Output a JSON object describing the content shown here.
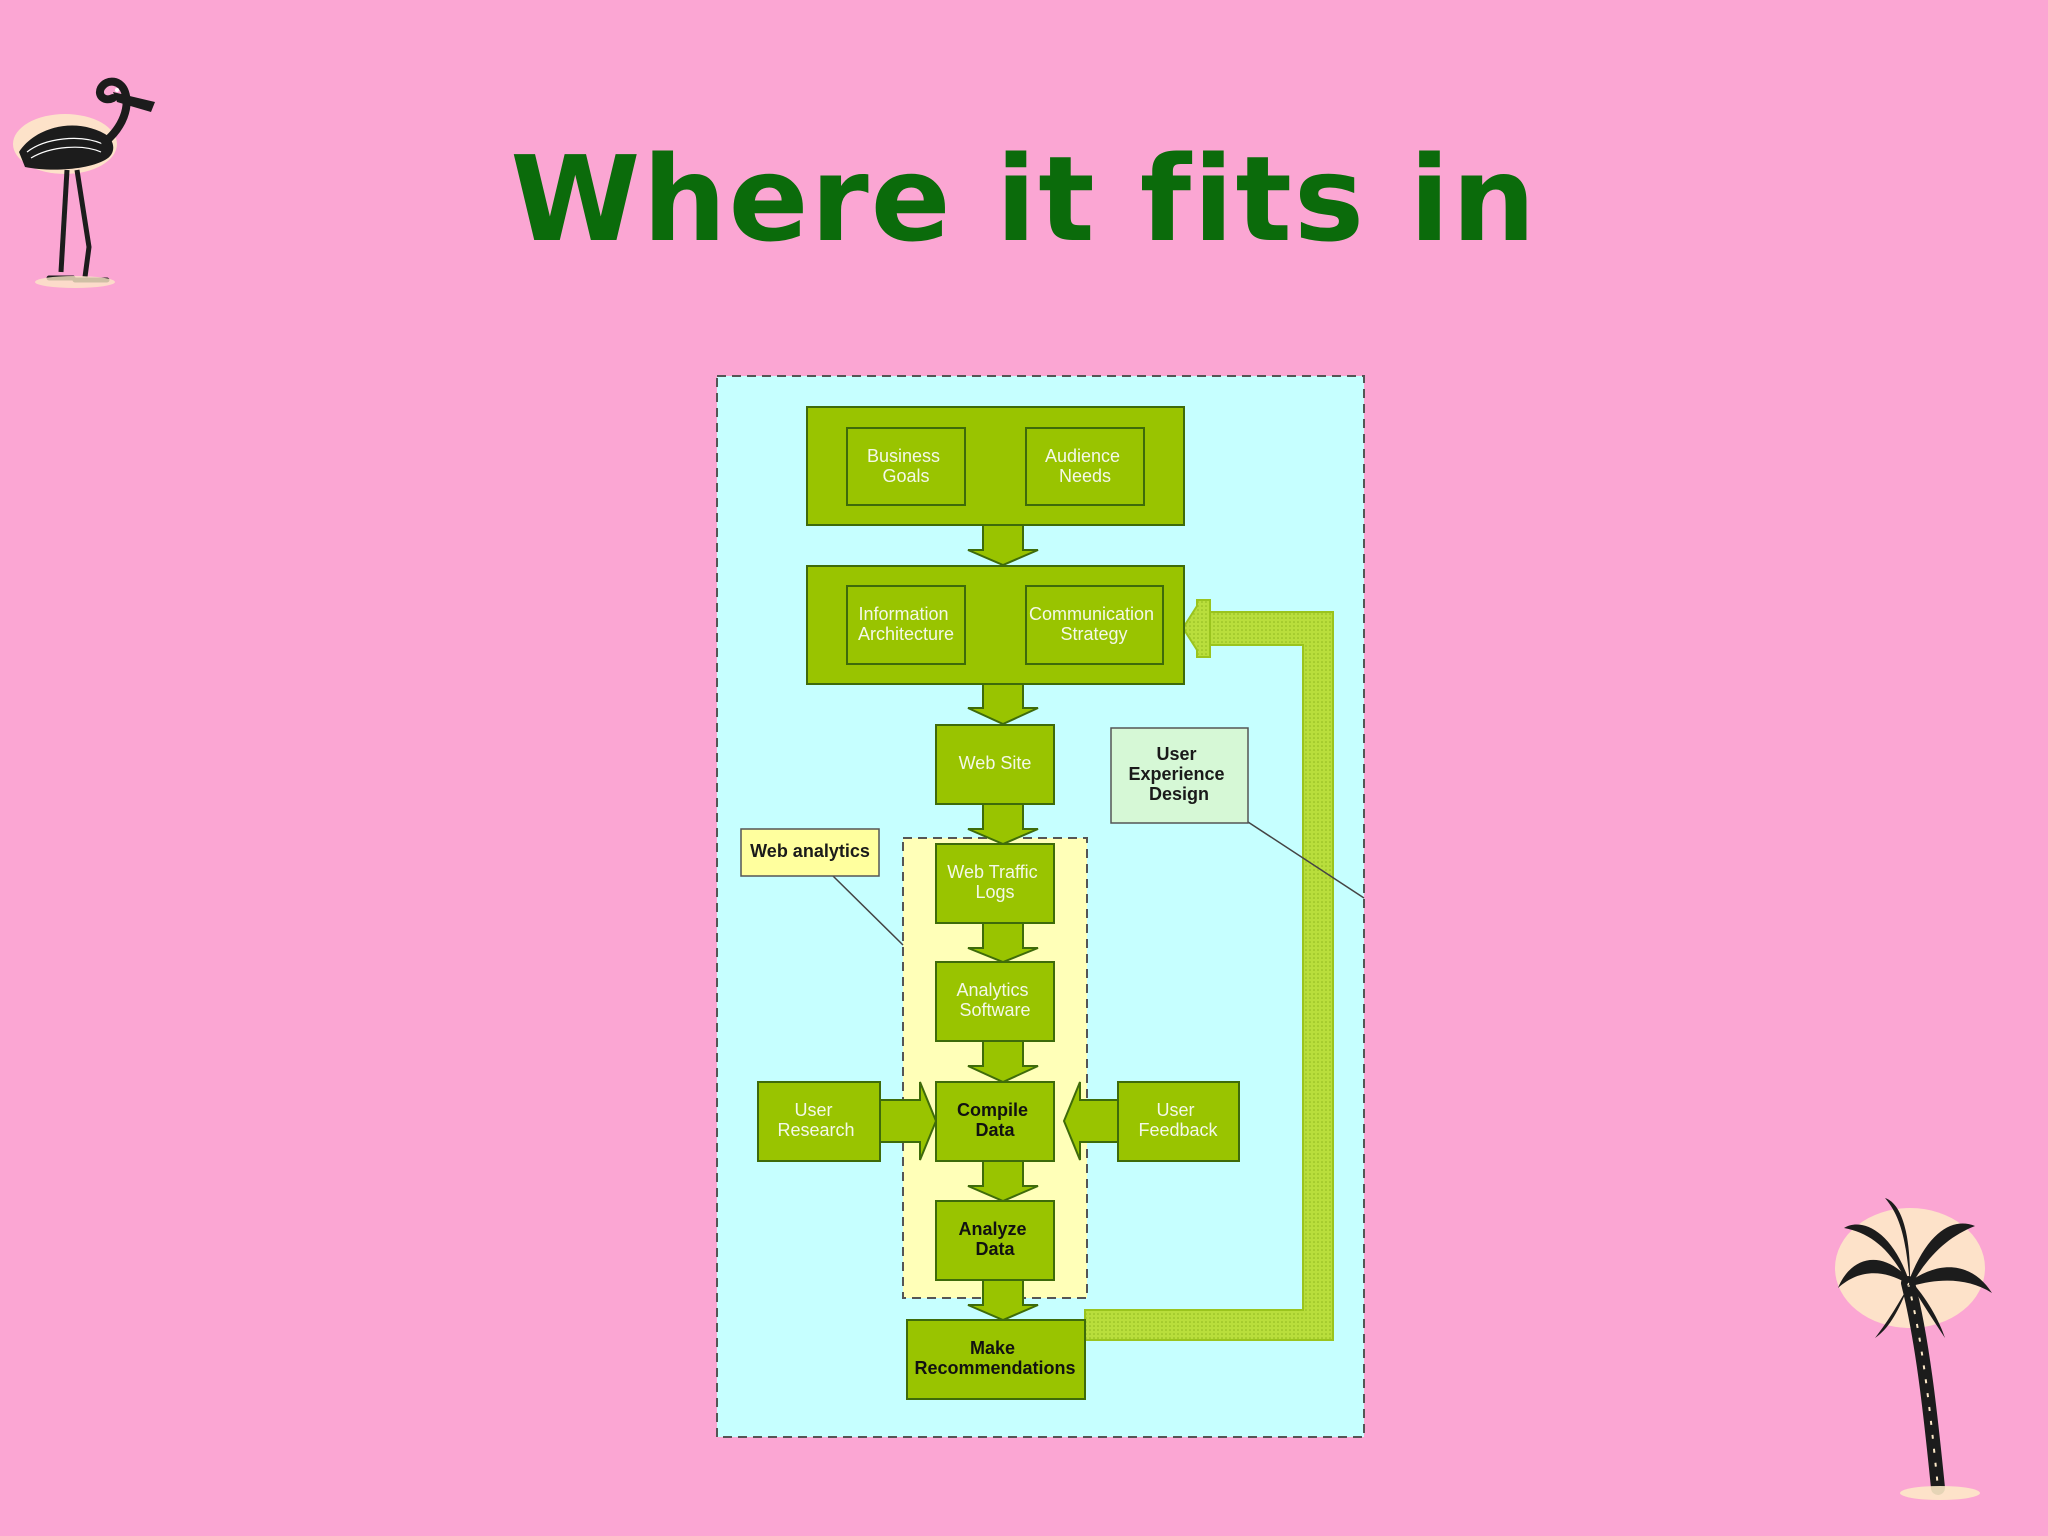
{
  "slide": {
    "title": "Where it fits in",
    "background": "#fba6d3",
    "title_color": "#0b6b0b"
  },
  "diagram": {
    "nodes": {
      "business_goals": [
        "Business",
        "Goals"
      ],
      "audience_needs": [
        "Audience",
        "Needs"
      ],
      "information_architecture": [
        "Information",
        "Architecture"
      ],
      "communication_strategy": [
        "Communication",
        "Strategy"
      ],
      "web_site": [
        "Web Site"
      ],
      "web_traffic_logs": [
        "Web Traffic",
        "Logs"
      ],
      "analytics_software": [
        "Analytics",
        "Software"
      ],
      "user_research": [
        "User",
        "Research"
      ],
      "compile_data": [
        "Compile",
        "Data"
      ],
      "user_feedback": [
        "User",
        "Feedback"
      ],
      "analyze_data": [
        "Analyze",
        "Data"
      ],
      "make_recommendations": [
        "Make",
        "Recommendations"
      ]
    },
    "callouts": {
      "web_analytics": [
        "Web analytics"
      ],
      "user_experience_design": [
        "User",
        "Experience",
        "Design"
      ]
    },
    "colors": {
      "outer_region": "#c6ffff",
      "analytics_region": "#ffffb8",
      "box_fill": "#99c400",
      "box_border": "#3e6b0a",
      "feedback_arrow": "#b5dc3a",
      "ux_callout_fill": "#d6f8d6",
      "analytics_callout_fill": "#ffff9e"
    }
  },
  "decorations": {
    "top_left": "flamingo-icon",
    "bottom_right": "palm-tree-icon"
  }
}
